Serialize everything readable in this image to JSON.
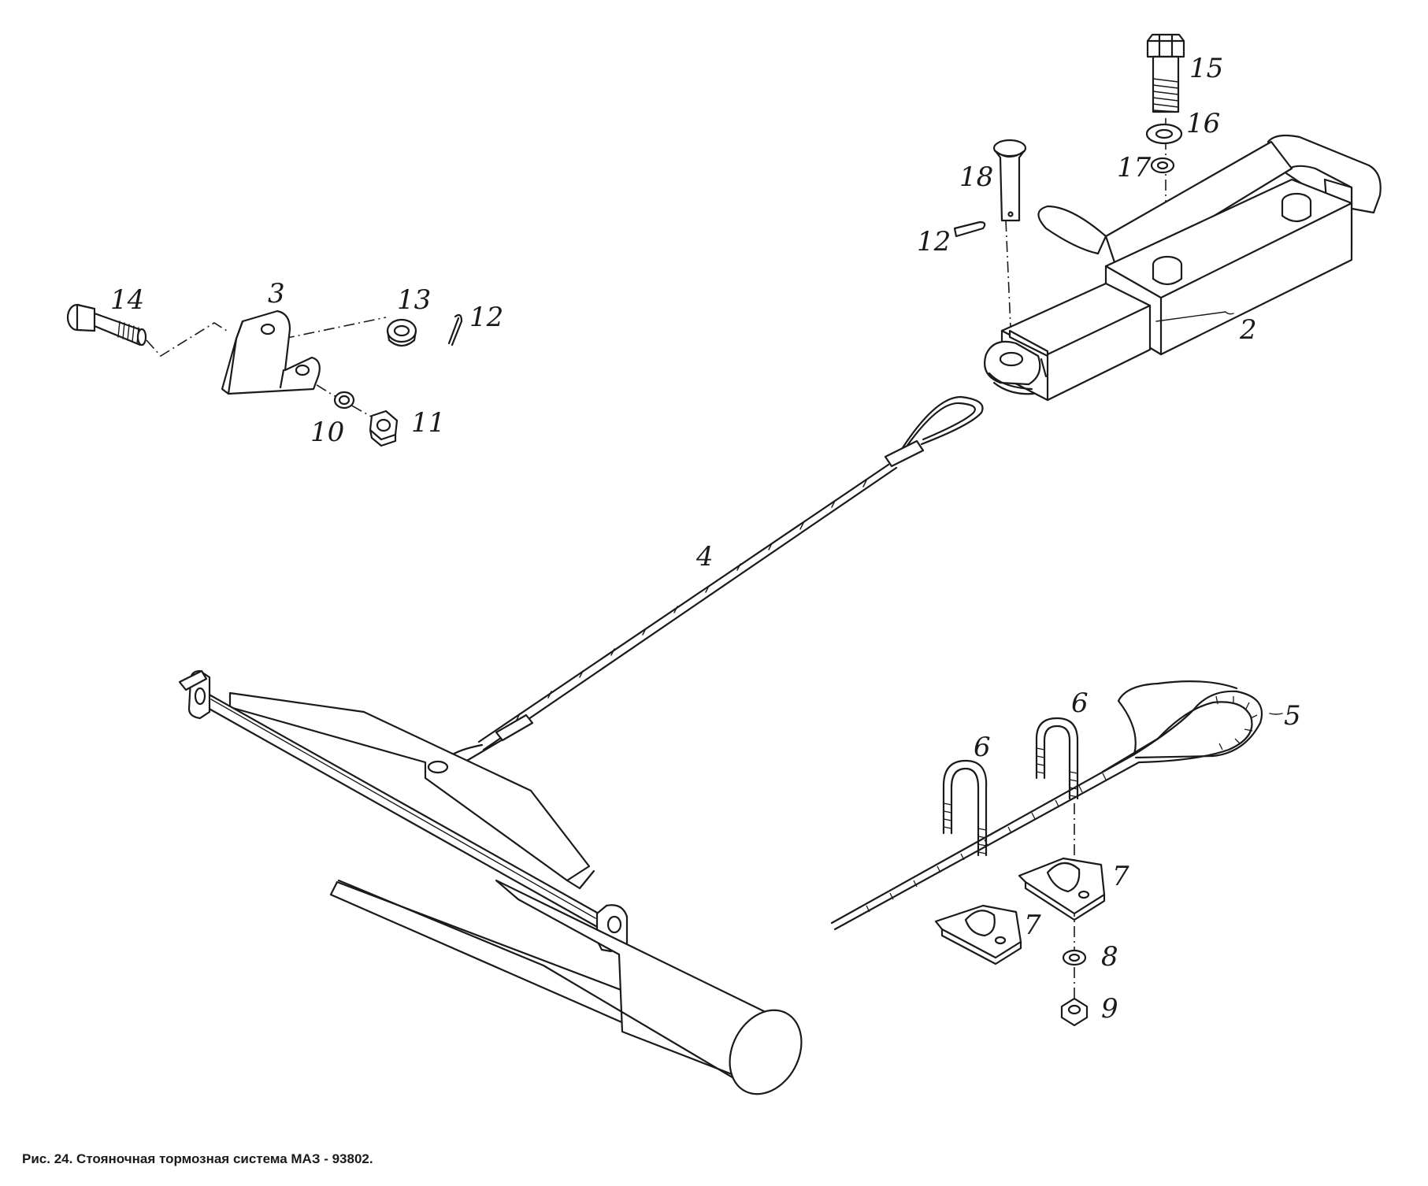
{
  "caption": "Рис. 24. Стояночная тормозная система МАЗ - 93802.",
  "callouts": {
    "c2": "2",
    "c3": "3",
    "c4": "4",
    "c5": "5",
    "c6a": "6",
    "c6b": "6",
    "c7a": "7",
    "c7b": "7",
    "c8": "8",
    "c9": "9",
    "c10": "10",
    "c11": "11",
    "c12a": "12",
    "c12b": "12",
    "c13": "13",
    "c14": "14",
    "c15": "15",
    "c16": "16",
    "c17": "17",
    "c18": "18"
  },
  "colors": {
    "ink": "#1a1a1a",
    "paper": "#ffffff"
  }
}
